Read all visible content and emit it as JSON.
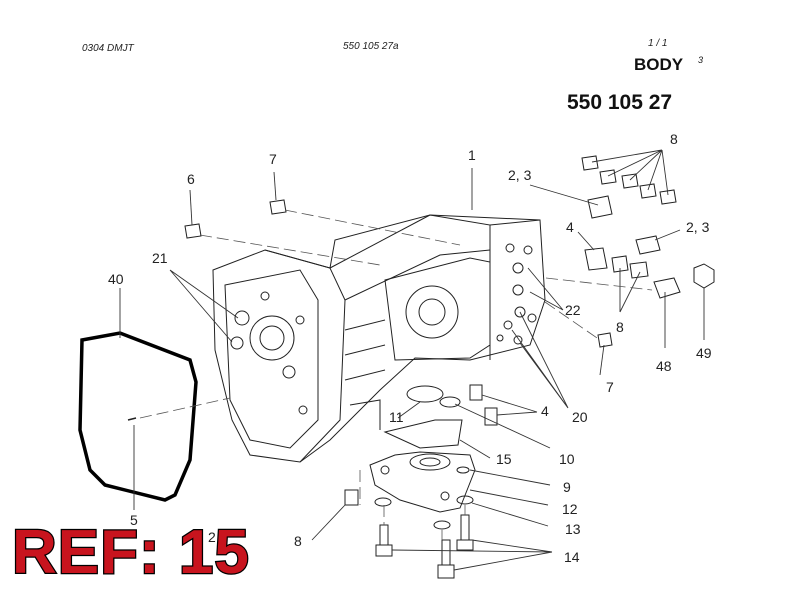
{
  "header": {
    "code": "0304 DMJT",
    "ref_code": "550 105 27a",
    "page": "1 / 1",
    "title": "BODY",
    "title_sup": "3",
    "part_number": "550 105 27"
  },
  "callouts": {
    "c1": "1",
    "c23a": "2, 3",
    "c23b": "2, 3",
    "c4a": "4",
    "c4b": "4",
    "c6": "6",
    "c7a": "7",
    "c7b": "7",
    "c8a": "8",
    "c8b": "8",
    "c8c": "8",
    "c9": "9",
    "c10": "10",
    "c11": "11",
    "c12": "12",
    "c13": "13",
    "c14": "14",
    "c15": "15",
    "c20": "20",
    "c21": "21",
    "c22": "22",
    "c40": "40",
    "c48": "48",
    "c49": "49",
    "c5": "5",
    "c2": "2"
  },
  "overlay": {
    "ref_label": "REF: 15"
  },
  "colors": {
    "ref_red": "#c8141e",
    "line": "#222222"
  }
}
